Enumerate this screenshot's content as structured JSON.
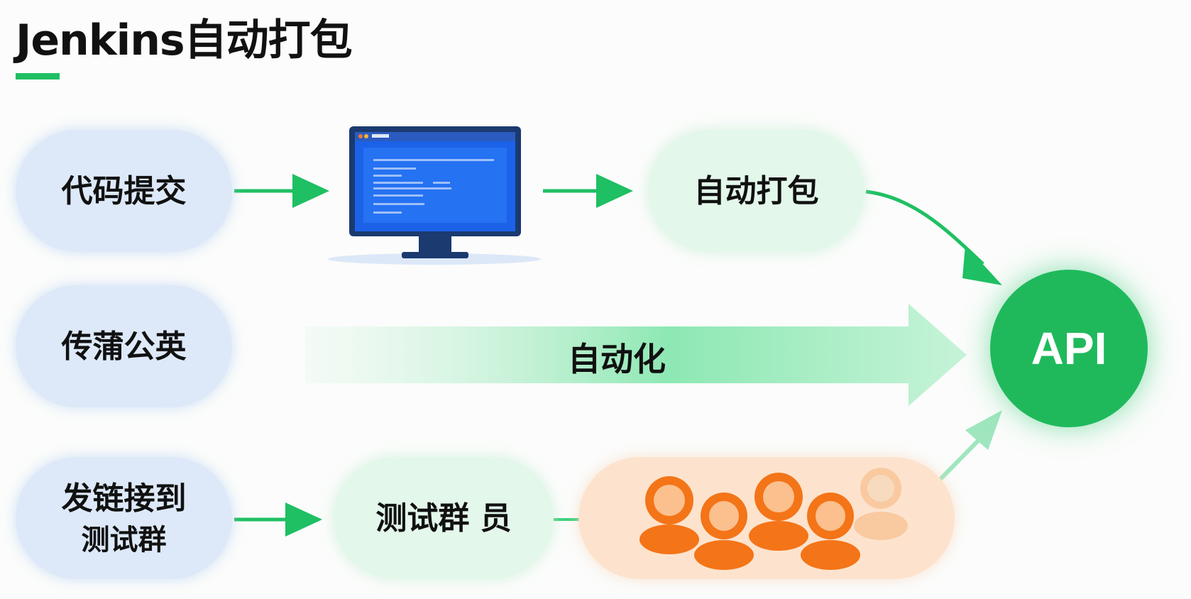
{
  "title": "Jenkins自动打包",
  "left_steps": {
    "code_commit": "代码提交",
    "broadcast": "传蒲公英",
    "send_link_line1": "发链接到",
    "send_link_line2": "测试群"
  },
  "pack_label": "自动打包",
  "automation_label": "自动化",
  "api_label": "API",
  "test_group_label": "测试群 员",
  "colors": {
    "accent_green": "#1fbf63",
    "api_green": "#1fb95c",
    "pill_blue": "#dde9f9",
    "pill_green": "#e3f7ea",
    "pill_orange": "#fde3cd",
    "person_orange": "#f47418",
    "monitor_screen": "#1c62e8"
  },
  "icons": [
    "monitor-icon",
    "people-group-icon"
  ]
}
